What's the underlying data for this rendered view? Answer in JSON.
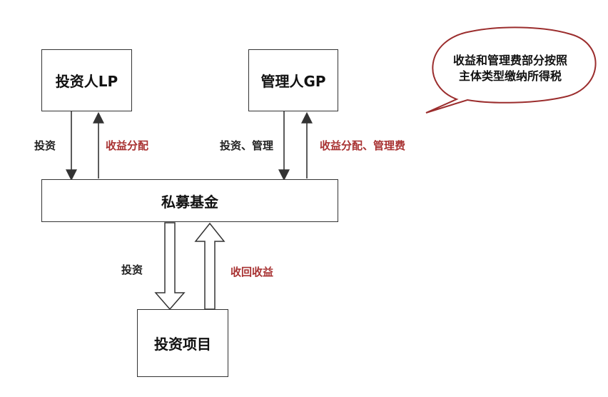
{
  "nodes": {
    "lp": "投资人LP",
    "gp": "管理人GP",
    "fund": "私募基金",
    "project": "投资项目"
  },
  "edges": {
    "lp_invest": "投资",
    "lp_return": "收益分配",
    "gp_invest": "投资、管理",
    "gp_return": "收益分配、管理费",
    "fund_invest": "投资",
    "project_return": "收回收益"
  },
  "callout": {
    "line1": "收益和管理费部分按照",
    "line2": "主体类型缴纳所得税"
  },
  "colors": {
    "border": "#333333",
    "accent_red": "#a83232",
    "bubble_border": "#9b2d2d"
  }
}
